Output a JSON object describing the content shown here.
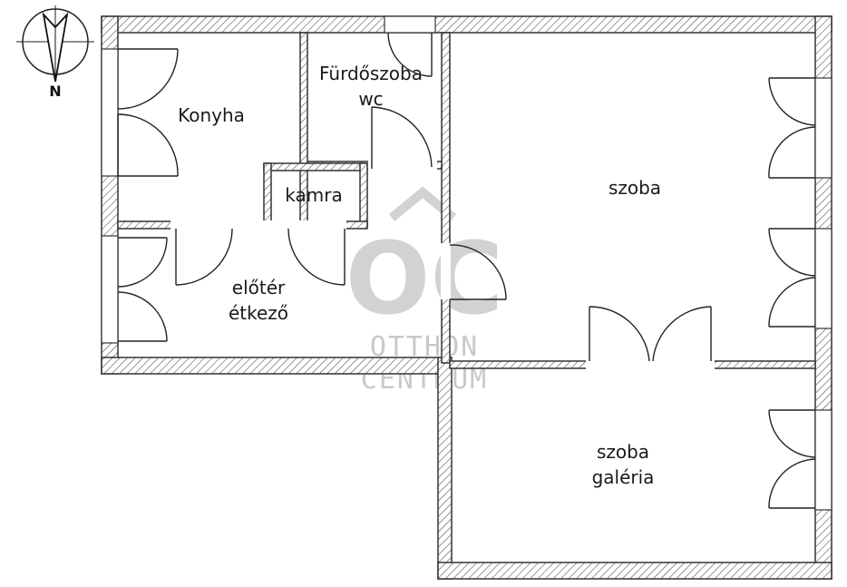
{
  "rooms": {
    "konyha": {
      "name": "Konyha"
    },
    "furdoszoba": {
      "name": "Fürdőszoba",
      "sub": "wc"
    },
    "kamra": {
      "name": "kamra"
    },
    "eloter": {
      "name": "előtér",
      "sub": "étkező"
    },
    "szoba": {
      "name": "szoba"
    },
    "szoba_galeria": {
      "name": "szoba",
      "sub": "galéria"
    }
  },
  "compass": {
    "label": "N"
  },
  "watermark": {
    "logo": "OC",
    "line1": "OTTHON",
    "line2": "CENTRUM"
  },
  "colors": {
    "wall": "#333333",
    "hatch": "#555555",
    "watermark": "#cccccc"
  }
}
